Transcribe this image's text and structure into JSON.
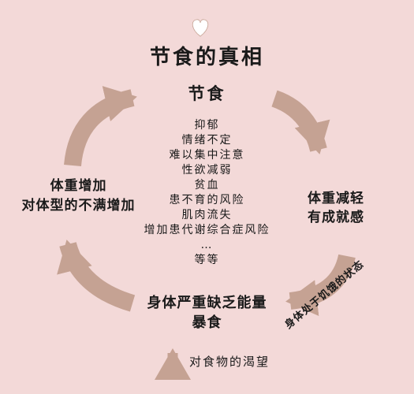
{
  "title": "节食的真相",
  "nodes": {
    "top": "节食",
    "right": [
      "体重减轻",
      "有成就感"
    ],
    "bottom": [
      "身体严重缺乏能量",
      "暴食"
    ],
    "left": [
      "体重增加",
      "对体型的不满增加"
    ]
  },
  "effects": [
    "抑郁",
    "情绪不定",
    "难以集中注意",
    "性欲减弱",
    "贫血",
    "患不育的风险",
    "肌肉流失",
    "增加患代谢综合症风险",
    "…",
    "等等"
  ],
  "annotations": {
    "hunger_state": "身体处于饥饿的状态",
    "craving": "对食物的渴望"
  },
  "colors": {
    "background": "#f3d9d8",
    "arrow": "#c5a293",
    "heart": "#ffffff",
    "text": "#1a1a1a"
  },
  "icons": [
    "heart-icon"
  ]
}
